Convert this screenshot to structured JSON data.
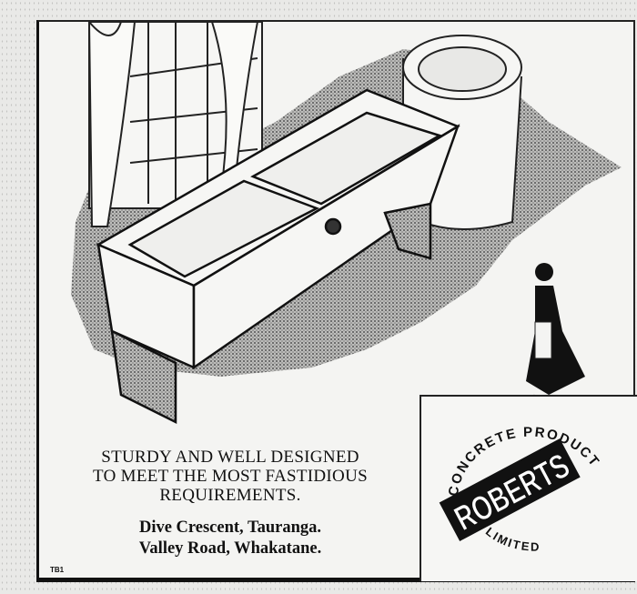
{
  "advert": {
    "headline_lines": [
      "STURDY AND WELL DESIGNED",
      "TO MEET THE MOST FASTIDIOUS",
      "REQUIREMENTS."
    ],
    "address_lines": [
      "Dive Crescent, Tauranga.",
      "Valley Road, Whakatane."
    ],
    "code": "TB1",
    "logo": {
      "brand": "ROBERTS",
      "arc_top": "CONCRETE PRODUCTS",
      "arc_bottom": "LIMITED"
    }
  }
}
